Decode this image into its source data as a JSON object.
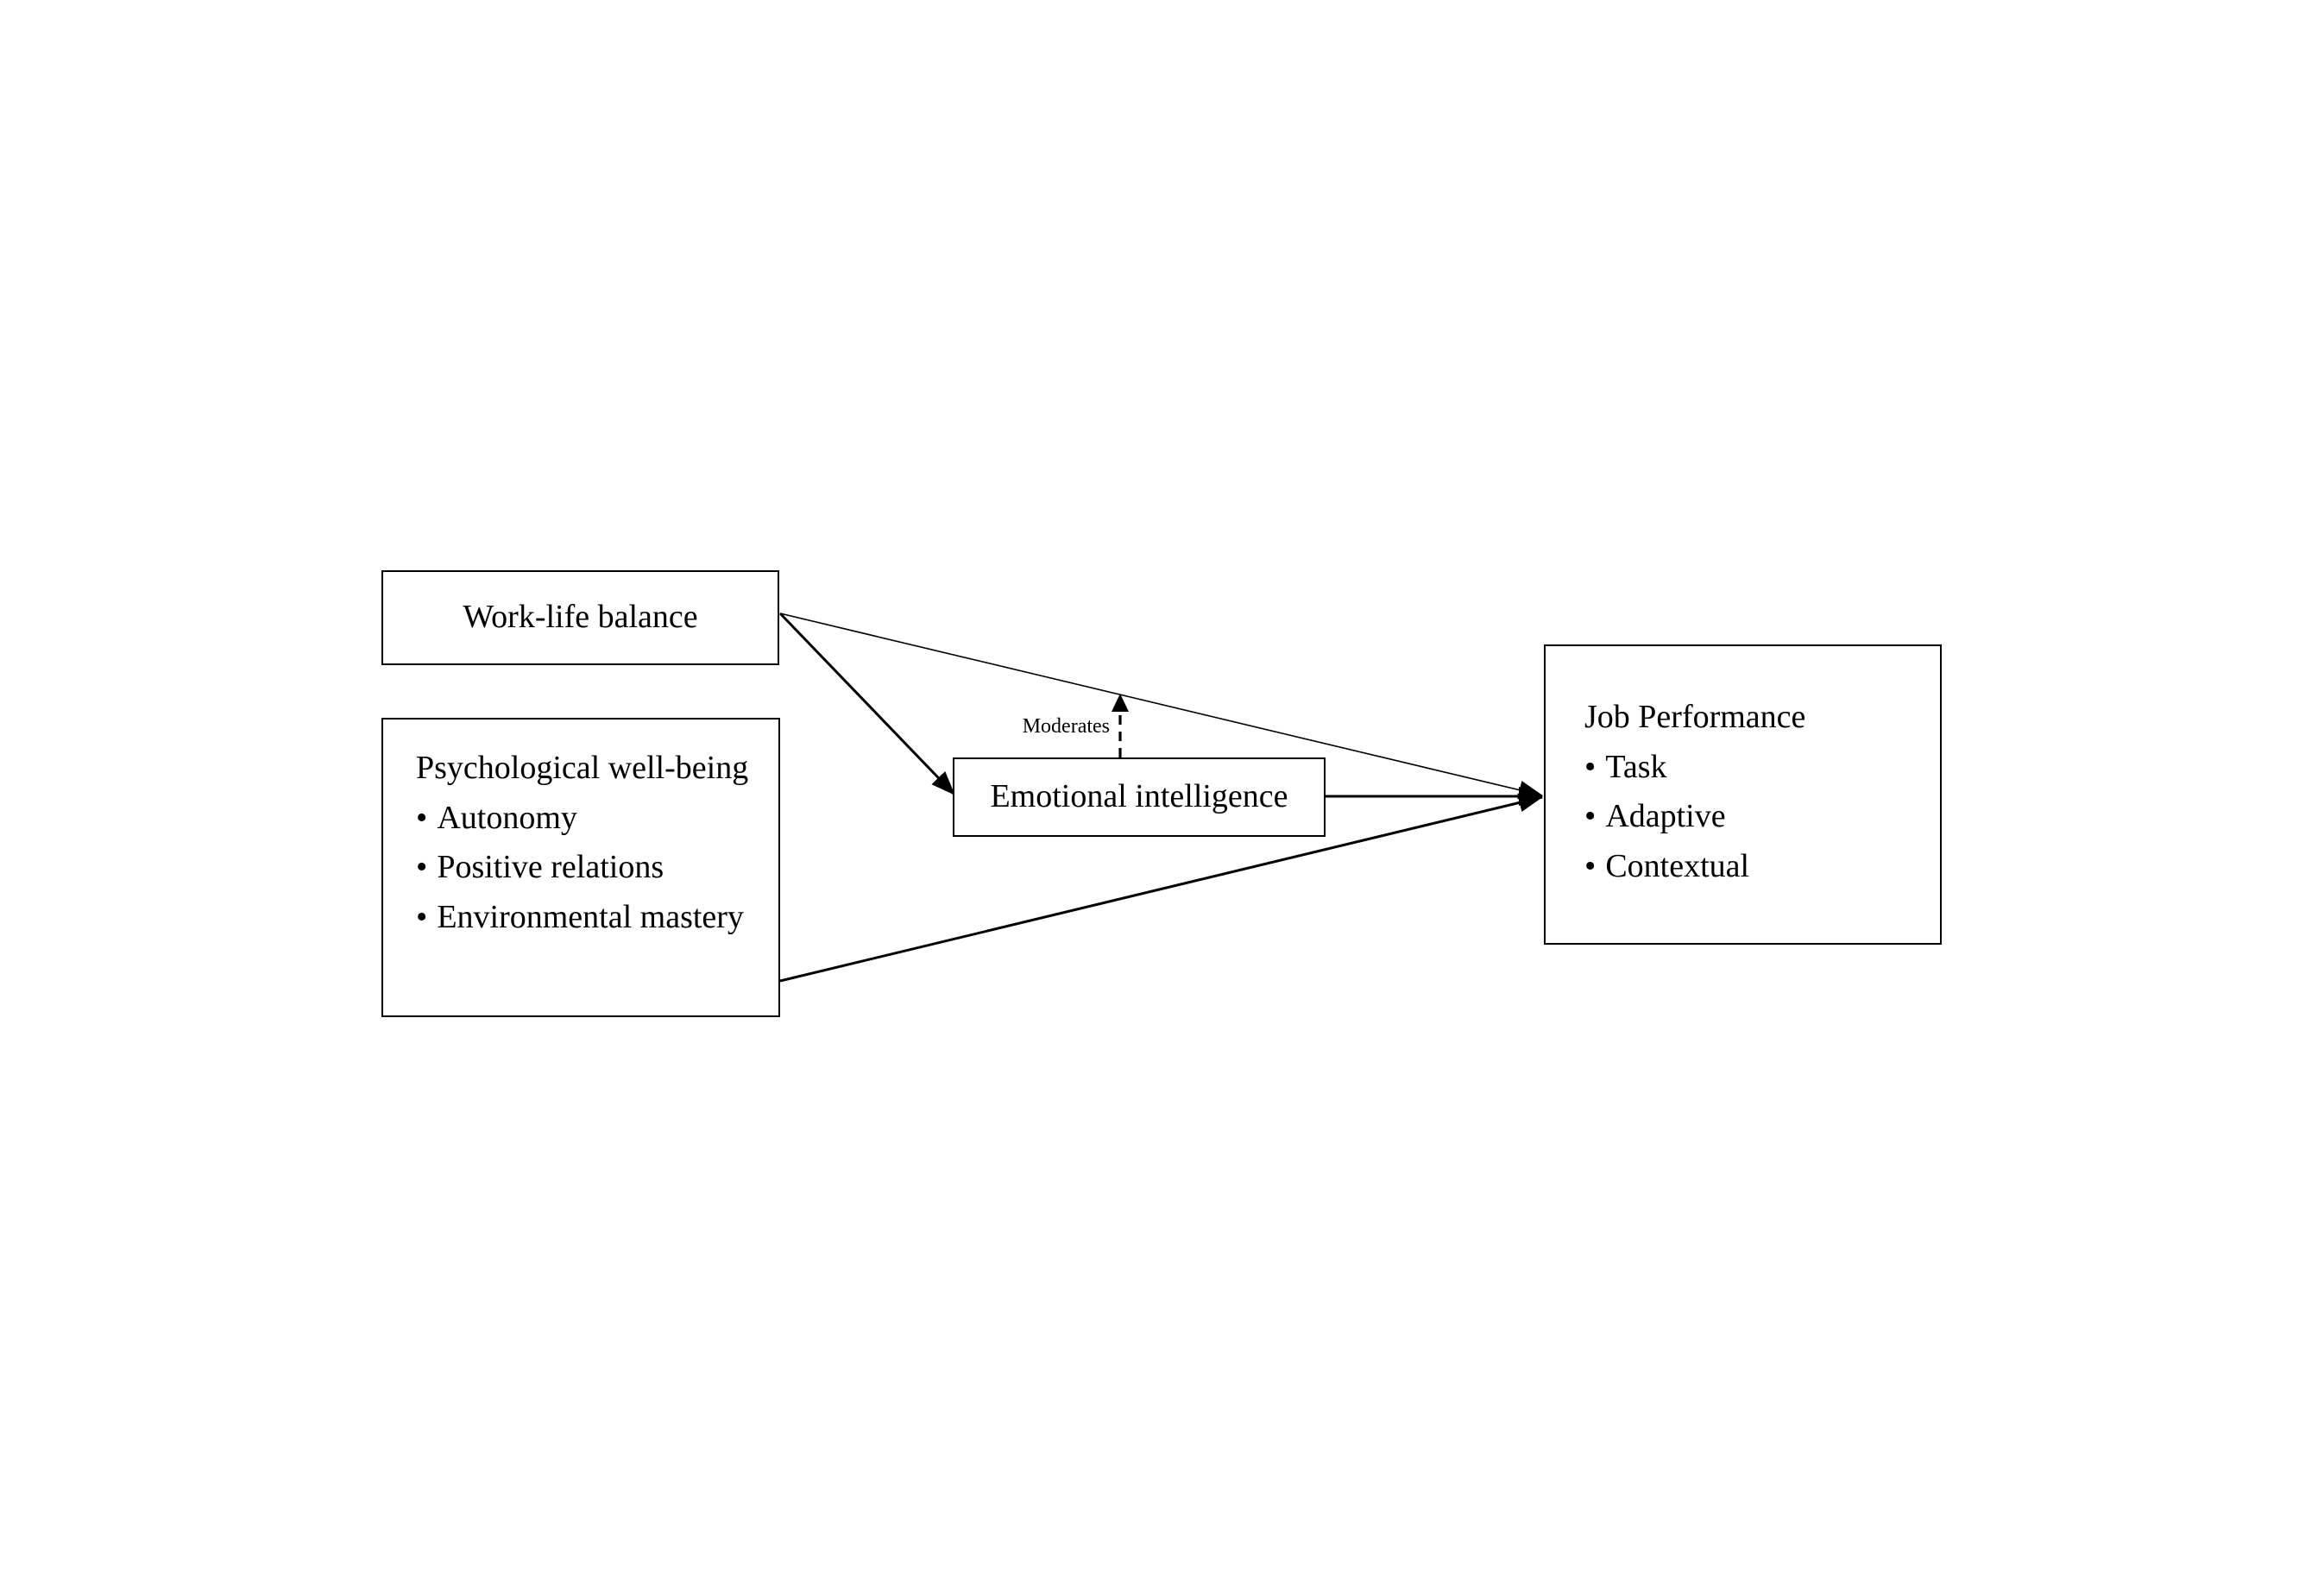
{
  "page": {
    "background_color": "#ffffff",
    "ink_color": "#000000"
  },
  "diagram": {
    "type": "conceptual-model",
    "nodes": {
      "work_life_balance": {
        "title": "Work-life balance"
      },
      "psychological_well_being": {
        "title": "Psychological well-being",
        "bullet_char": "•",
        "bullets": [
          "Autonomy",
          "Positive relations",
          "Environmental mastery"
        ]
      },
      "emotional_intelligence": {
        "title": "Emotional intelligence"
      },
      "job_performance": {
        "title": "Job Performance",
        "bullet_char": "•",
        "bullets": [
          "Task",
          "Adaptive",
          "Contextual"
        ]
      }
    },
    "edges": [
      {
        "id": "wlb-to-jp",
        "from": "work_life_balance",
        "to": "job_performance",
        "style": "solid-thin",
        "arrow": "end",
        "label": ""
      },
      {
        "id": "wlb-to-ei",
        "from": "work_life_balance",
        "to": "emotional_intelligence",
        "style": "solid",
        "arrow": "end",
        "label": ""
      },
      {
        "id": "ei-to-jp",
        "from": "emotional_intelligence",
        "to": "job_performance",
        "style": "solid",
        "arrow": "end",
        "label": ""
      },
      {
        "id": "pwb-to-jp",
        "from": "psychological_well_being",
        "to": "job_performance",
        "style": "solid",
        "arrow": "end",
        "label": ""
      },
      {
        "id": "ei-moderates-wlb-jp",
        "from": "emotional_intelligence",
        "to": "wlb-to-jp",
        "style": "dashed",
        "arrow": "end",
        "label": "Moderates"
      }
    ]
  }
}
